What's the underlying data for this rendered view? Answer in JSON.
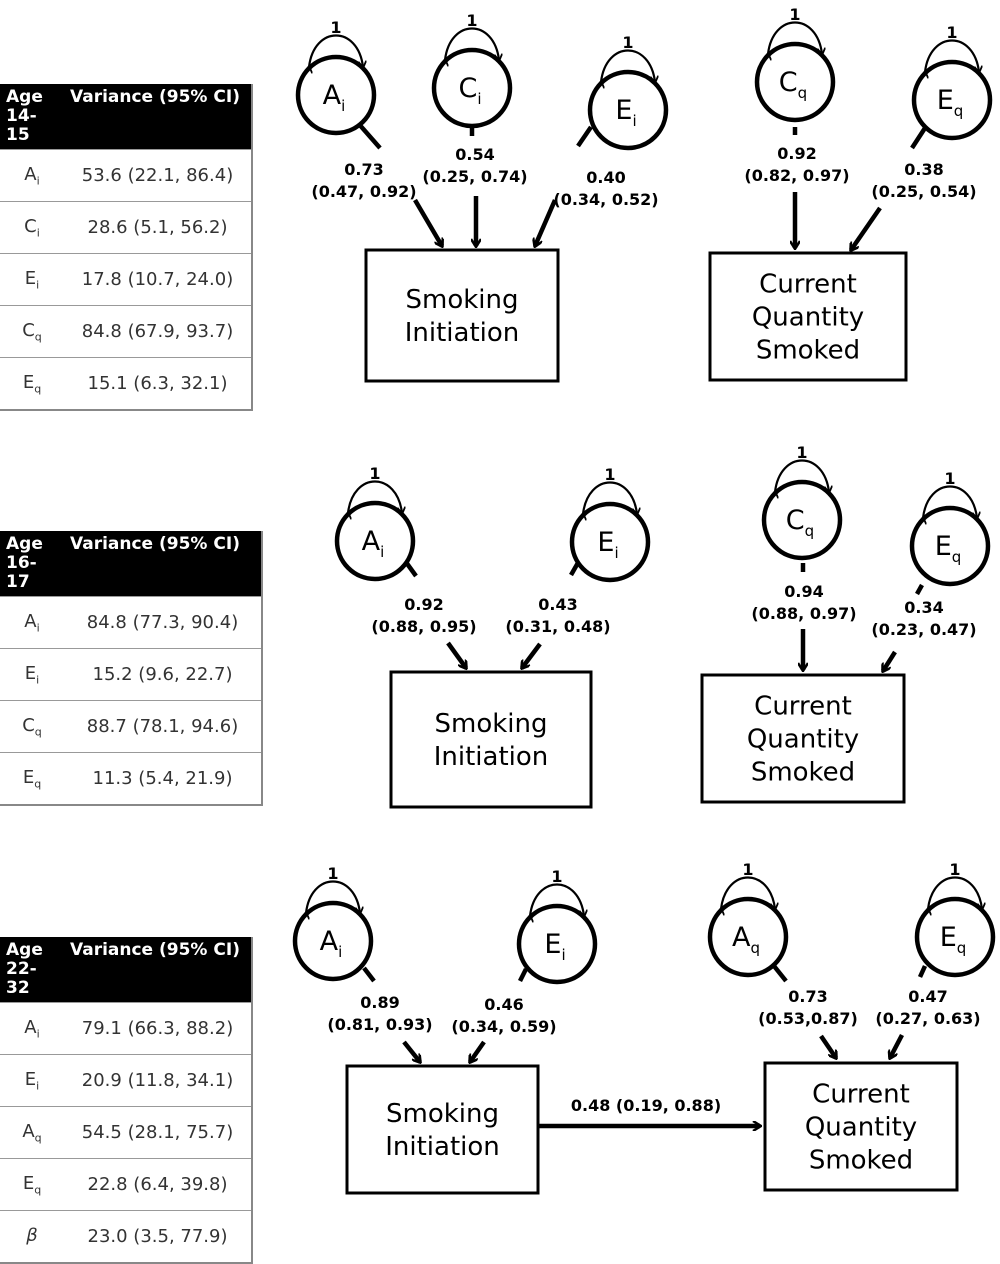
{
  "panels": [
    {
      "table": {
        "header_age": "Age",
        "header_range": "14-15",
        "header_variance": "Variance (95% CI)",
        "rows": [
          {
            "base": "A",
            "sub": "i",
            "value": "53.6 (22.1, 86.4)"
          },
          {
            "base": "C",
            "sub": "i",
            "value": "28.6 (5.1, 56.2)"
          },
          {
            "base": "E",
            "sub": "i",
            "value": "17.8 (10.7, 24.0)"
          },
          {
            "base": "C",
            "sub": "q",
            "value": "84.8 (67.9, 93.7)"
          },
          {
            "base": "E",
            "sub": "q",
            "value": "15.1 (6.3, 32.1)"
          }
        ]
      },
      "latents": [
        {
          "base": "A",
          "sub": "i",
          "variance": "1",
          "est": "0.73",
          "ci": "(0.47, 0.92)"
        },
        {
          "base": "C",
          "sub": "i",
          "variance": "1",
          "est": "0.54",
          "ci": "(0.25, 0.74)"
        },
        {
          "base": "E",
          "sub": "i",
          "variance": "1",
          "est": "0.40",
          "ci": "(0.34, 0.52)"
        },
        {
          "base": "C",
          "sub": "q",
          "variance": "1",
          "est": "0.92",
          "ci": "(0.82, 0.97)"
        },
        {
          "base": "E",
          "sub": "q",
          "variance": "1",
          "est": "0.38",
          "ci": "(0.25, 0.54)"
        }
      ],
      "boxes": [
        {
          "lines": [
            "Smoking",
            "Initiation"
          ]
        },
        {
          "lines": [
            "Current",
            "Quantity",
            "Smoked"
          ]
        }
      ]
    },
    {
      "table": {
        "header_age": "Age",
        "header_range": "16-17",
        "header_variance": "Variance (95% CI)",
        "rows": [
          {
            "base": "A",
            "sub": "i",
            "value": "84.8 (77.3, 90.4)"
          },
          {
            "base": "E",
            "sub": "i",
            "value": "15.2 (9.6, 22.7)"
          },
          {
            "base": "C",
            "sub": "q",
            "value": "88.7 (78.1, 94.6)"
          },
          {
            "base": "E",
            "sub": "q",
            "value": "11.3 (5.4, 21.9)"
          }
        ]
      },
      "latents": [
        {
          "base": "A",
          "sub": "i",
          "variance": "1",
          "est": "0.92",
          "ci": "(0.88, 0.95)"
        },
        {
          "base": "E",
          "sub": "i",
          "variance": "1",
          "est": "0.43",
          "ci": "(0.31, 0.48)"
        },
        {
          "base": "C",
          "sub": "q",
          "variance": "1",
          "est": "0.94",
          "ci": "(0.88, 0.97)"
        },
        {
          "base": "E",
          "sub": "q",
          "variance": "1",
          "est": "0.34",
          "ci": "(0.23, 0.47)"
        }
      ],
      "boxes": [
        {
          "lines": [
            "Smoking",
            "Initiation"
          ]
        },
        {
          "lines": [
            "Current",
            "Quantity",
            "Smoked"
          ]
        }
      ]
    },
    {
      "table": {
        "header_age": "Age",
        "header_range": "22-32",
        "header_variance": "Variance (95% CI)",
        "rows": [
          {
            "base": "A",
            "sub": "i",
            "value": "79.1 (66.3, 88.2)"
          },
          {
            "base": "E",
            "sub": "i",
            "value": "20.9 (11.8, 34.1)"
          },
          {
            "base": "A",
            "sub": "q",
            "value": "54.5 (28.1, 75.7)"
          },
          {
            "base": "E",
            "sub": "q",
            "value": "22.8 (6.4, 39.8)"
          },
          {
            "base": "β",
            "sub": "",
            "value": "23.0 (3.5, 77.9)"
          }
        ]
      },
      "latents": [
        {
          "base": "A",
          "sub": "i",
          "variance": "1",
          "est": "0.89",
          "ci": "(0.81, 0.93)"
        },
        {
          "base": "E",
          "sub": "i",
          "variance": "1",
          "est": "0.46",
          "ci": "(0.34, 0.59)"
        },
        {
          "base": "A",
          "sub": "q",
          "variance": "1",
          "est": "0.73",
          "ci": "(0.53,0.87)"
        },
        {
          "base": "E",
          "sub": "q",
          "variance": "1",
          "est": "0.47",
          "ci": "(0.27, 0.63)"
        }
      ],
      "boxes": [
        {
          "lines": [
            "Smoking",
            "Initiation"
          ]
        },
        {
          "lines": [
            "Current",
            "Quantity",
            "Smoked"
          ]
        }
      ],
      "beta_path": "0.48 (0.19, 0.88)"
    }
  ]
}
